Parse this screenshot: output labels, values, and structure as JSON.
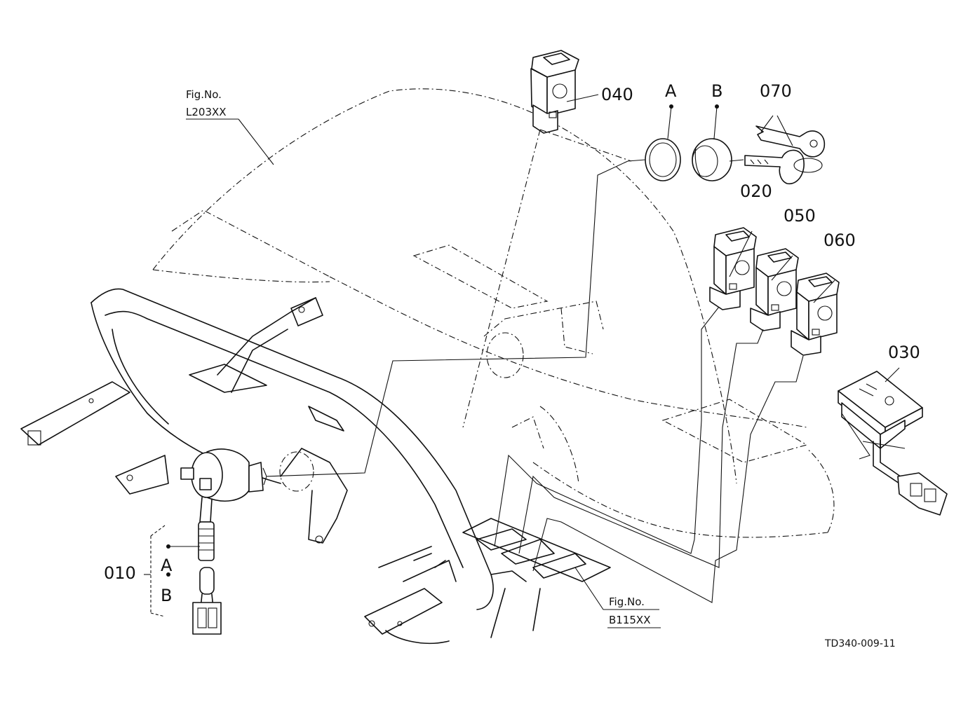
{
  "parts": {
    "p010": "010",
    "p020": "020",
    "p030": "030",
    "p040": "040",
    "p050": "050",
    "p060": "060",
    "p070": "070"
  },
  "letters": {
    "a": "A",
    "b": "B",
    "a_left": "A",
    "b_left": "B"
  },
  "fig_refs": {
    "top_label": "Fig.No.",
    "top_code": "L203XX",
    "bottom_label": "Fig.No.",
    "bottom_code": "B115XX"
  },
  "drawing_code": "TD340-009-11"
}
